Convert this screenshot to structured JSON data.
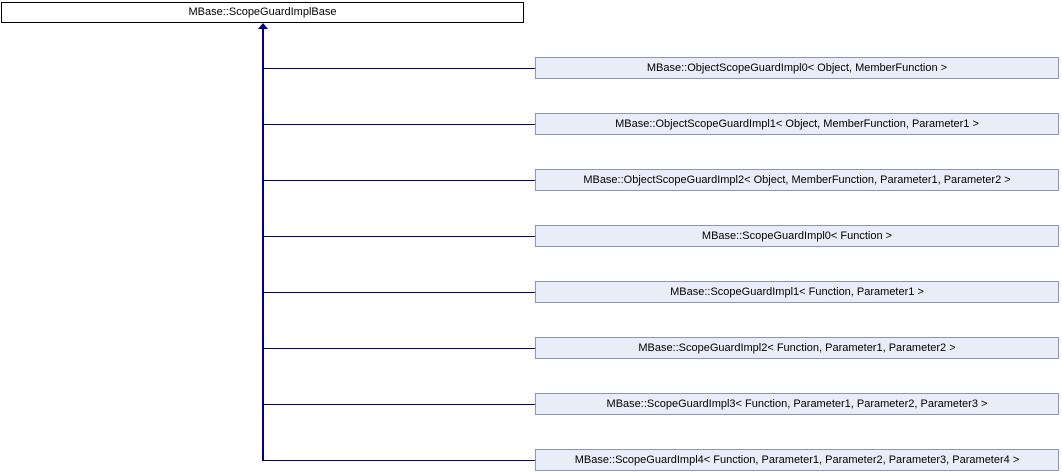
{
  "diagram": {
    "base": {
      "label": "MBase::ScopeGuardImplBase"
    },
    "derived": [
      {
        "label": "MBase::ObjectScopeGuardImpl0< Object, MemberFunction >"
      },
      {
        "label": "MBase::ObjectScopeGuardImpl1< Object, MemberFunction, Parameter1 >"
      },
      {
        "label": "MBase::ObjectScopeGuardImpl2< Object, MemberFunction, Parameter1, Parameter2 >"
      },
      {
        "label": "MBase::ScopeGuardImpl0< Function >"
      },
      {
        "label": "MBase::ScopeGuardImpl1< Function, Parameter1 >"
      },
      {
        "label": "MBase::ScopeGuardImpl2< Function, Parameter1, Parameter2 >"
      },
      {
        "label": "MBase::ScopeGuardImpl3< Function, Parameter1, Parameter2, Parameter3 >"
      },
      {
        "label": "MBase::ScopeGuardImpl4< Function, Parameter1, Parameter2, Parameter3, Parameter4 >"
      }
    ]
  },
  "colors": {
    "node_fill": "#e8edf7",
    "node_border": "#8896be",
    "base_fill": "#ffffff",
    "base_border": "#000000",
    "edge": "#000080",
    "text": "#000000"
  }
}
